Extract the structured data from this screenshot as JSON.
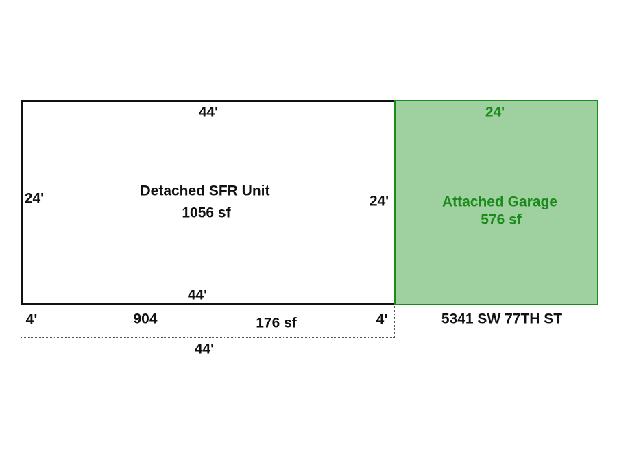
{
  "sfr": {
    "label": "Detached SFR Unit",
    "area": "1056 sf",
    "top_dim": "44'",
    "bottom_dim": "44'",
    "left_dim": "24'",
    "right_dim": "24'"
  },
  "garage": {
    "label": "Attached Garage",
    "area": "576 sf",
    "top_dim": "24'"
  },
  "porch": {
    "left_dim": "4'",
    "right_dim": "4'",
    "code": "904",
    "area": "176 sf",
    "bottom_dim": "44'"
  },
  "address": "5341 SW 77TH ST",
  "colors": {
    "garage_fill": "#9fd09f",
    "garage_line": "#1a8a1a",
    "outline": "#111111"
  }
}
